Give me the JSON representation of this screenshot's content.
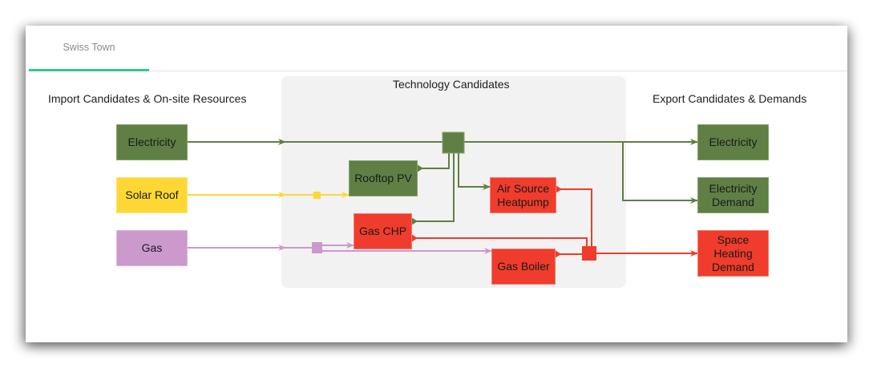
{
  "tabs": [
    {
      "label": "Swiss Town",
      "active": true
    }
  ],
  "headings": {
    "imports": "Import Candidates & On-site Resources",
    "technologies": "Technology Candidates",
    "exports": "Export Candidates & Demands"
  },
  "colors": {
    "electricity": "#5f7f45",
    "solar": "#fdd835",
    "gas": "#cc99cc",
    "heat": "#f03c2c",
    "tab_accent": "#2ecc85",
    "group_bg": "#f2f2f2"
  },
  "imports": [
    {
      "id": "imp-electricity",
      "label": "Electricity",
      "carrier": "electricity"
    },
    {
      "id": "imp-solar-roof",
      "label": "Solar Roof",
      "carrier": "solar"
    },
    {
      "id": "imp-gas",
      "label": "Gas",
      "carrier": "gas"
    }
  ],
  "technologies": [
    {
      "id": "tech-rooftop-pv",
      "label": "Rooftop PV",
      "carrier": "electricity"
    },
    {
      "id": "tech-gas-chp",
      "label": "Gas CHP",
      "carrier": "heat"
    },
    {
      "id": "tech-ashp",
      "label": "Air Source Heatpump",
      "line1": "Air Source",
      "line2": "Heatpump",
      "carrier": "heat"
    },
    {
      "id": "tech-gas-boiler",
      "label": "Gas Boiler",
      "carrier": "heat"
    }
  ],
  "exports": [
    {
      "id": "exp-electricity",
      "label": "Electricity",
      "carrier": "electricity"
    },
    {
      "id": "exp-electricity-demand",
      "label": "Electricity Demand",
      "line1": "Electricity",
      "line2": "Demand",
      "carrier": "electricity"
    },
    {
      "id": "exp-space-heating-demand",
      "label": "Space Heating Demand",
      "line1": "Space",
      "line2": "Heating",
      "line3": "Demand",
      "carrier": "heat"
    }
  ],
  "links": [
    {
      "from": "Electricity (import)",
      "to": "Electricity hub",
      "carrier": "electricity"
    },
    {
      "from": "Electricity hub",
      "to": "Electricity (export)",
      "carrier": "electricity"
    },
    {
      "from": "Electricity hub",
      "to": "Electricity Demand",
      "carrier": "electricity"
    },
    {
      "from": "Rooftop PV",
      "to": "Electricity hub",
      "carrier": "electricity"
    },
    {
      "from": "Gas CHP",
      "to": "Electricity hub",
      "carrier": "electricity"
    },
    {
      "from": "Electricity hub",
      "to": "Air Source Heatpump",
      "carrier": "electricity"
    },
    {
      "from": "Solar Roof",
      "to": "Rooftop PV",
      "carrier": "solar"
    },
    {
      "from": "Gas",
      "to": "Gas CHP",
      "carrier": "gas"
    },
    {
      "from": "Gas",
      "to": "Gas Boiler",
      "carrier": "gas"
    },
    {
      "from": "Gas CHP",
      "to": "Heat hub",
      "carrier": "heat"
    },
    {
      "from": "Air Source Heatpump",
      "to": "Heat hub",
      "carrier": "heat"
    },
    {
      "from": "Gas Boiler",
      "to": "Heat hub",
      "carrier": "heat"
    },
    {
      "from": "Heat hub",
      "to": "Space Heating Demand",
      "carrier": "heat"
    }
  ]
}
